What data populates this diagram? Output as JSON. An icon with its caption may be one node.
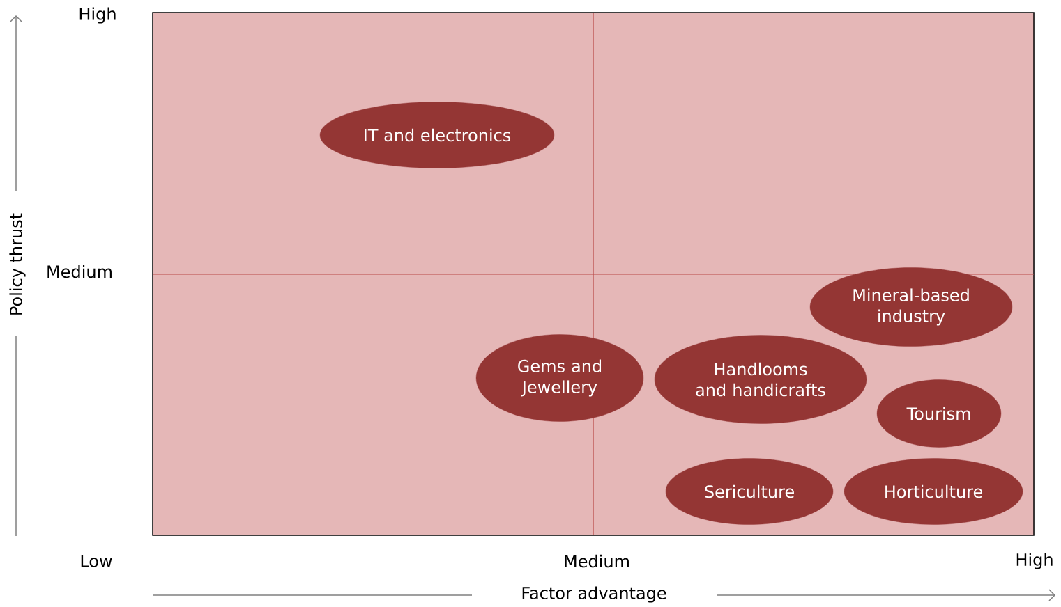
{
  "diagram": {
    "nodes": [
      {
        "text": [
          "IT and electronics"
        ]
      },
      {
        "text": [
          "Mineral-based industry"
        ]
      },
      {
        "text": [
          "Gems and Jewellery"
        ]
      },
      {
        "text": [
          "Handlooms and handicrafts"
        ]
      },
      {
        "text": [
          "Tourism"
        ]
      },
      {
        "text": [
          "Sericulture"
        ]
      },
      {
        "text": [
          "Horticulture"
        ]
      }
    ],
    "labels": [
      "High",
      "Medium",
      "Policy thrust",
      "Low",
      "Medium",
      "High",
      "Factor advantage"
    ]
  }
}
